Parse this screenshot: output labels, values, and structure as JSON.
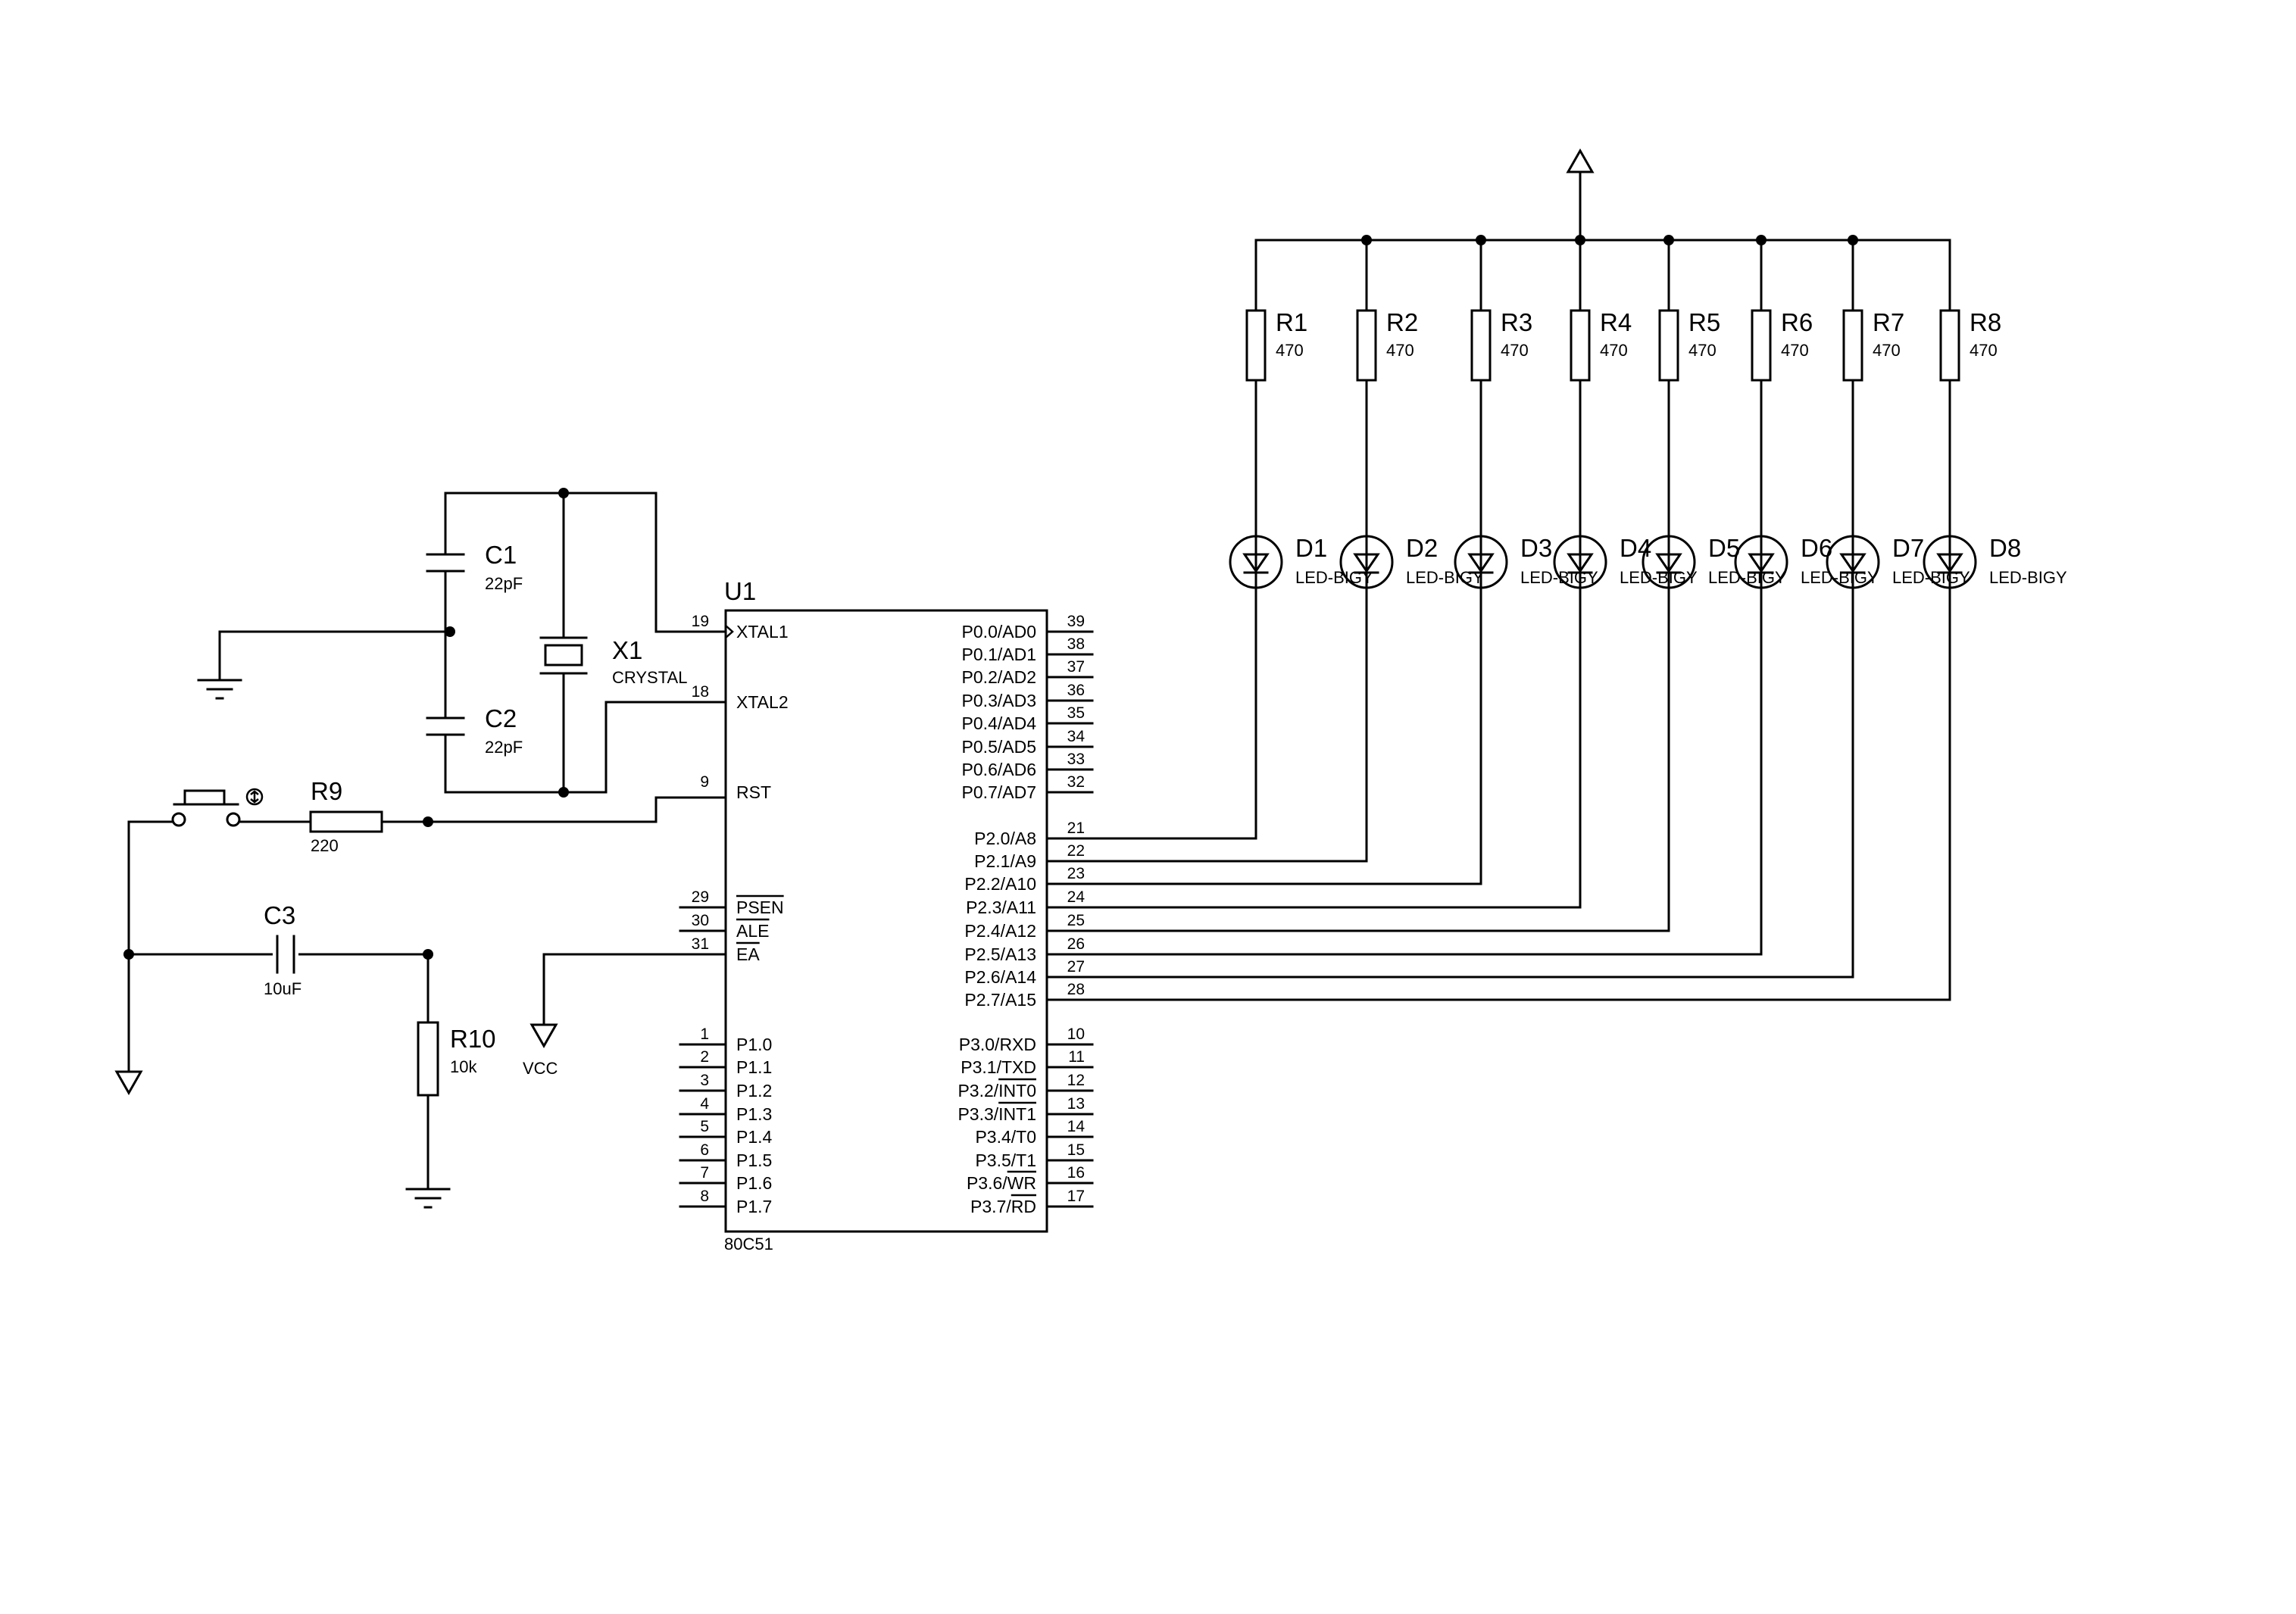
{
  "mcu": {
    "ref": "U1",
    "part": "80C51",
    "left_pins": [
      {
        "num": "19",
        "name": "XTAL1",
        "clock": true
      },
      {
        "num": "18",
        "name": "XTAL2"
      },
      {
        "num": "9",
        "name": "RST"
      },
      {
        "num": "29",
        "name": "PSEN",
        "overbar": true
      },
      {
        "num": "30",
        "name": "ALE",
        "overbar": true
      },
      {
        "num": "31",
        "name": "EA",
        "overbar": true
      },
      {
        "num": "1",
        "name": "P1.0"
      },
      {
        "num": "2",
        "name": "P1.1"
      },
      {
        "num": "3",
        "name": "P1.2"
      },
      {
        "num": "4",
        "name": "P1.3"
      },
      {
        "num": "5",
        "name": "P1.4"
      },
      {
        "num": "6",
        "name": "P1.5"
      },
      {
        "num": "7",
        "name": "P1.6"
      },
      {
        "num": "8",
        "name": "P1.7"
      }
    ],
    "right_pins": [
      {
        "num": "39",
        "name": "P0.0/AD0"
      },
      {
        "num": "38",
        "name": "P0.1/AD1"
      },
      {
        "num": "37",
        "name": "P0.2/AD2"
      },
      {
        "num": "36",
        "name": "P0.3/AD3"
      },
      {
        "num": "35",
        "name": "P0.4/AD4"
      },
      {
        "num": "34",
        "name": "P0.5/AD5"
      },
      {
        "num": "33",
        "name": "P0.6/AD6"
      },
      {
        "num": "32",
        "name": "P0.7/AD7"
      },
      {
        "num": "21",
        "name": "P2.0/A8"
      },
      {
        "num": "22",
        "name": "P2.1/A9"
      },
      {
        "num": "23",
        "name": "P2.2/A10"
      },
      {
        "num": "24",
        "name": "P2.3/A11"
      },
      {
        "num": "25",
        "name": "P2.4/A12"
      },
      {
        "num": "26",
        "name": "P2.5/A13"
      },
      {
        "num": "27",
        "name": "P2.6/A14"
      },
      {
        "num": "28",
        "name": "P2.7/A15"
      },
      {
        "num": "10",
        "name": "P3.0/RXD"
      },
      {
        "num": "11",
        "name": "P3.1/TXD"
      },
      {
        "num": "12",
        "name": "P3.2/",
        "over": "INT0"
      },
      {
        "num": "13",
        "name": "P3.3/",
        "over": "INT1"
      },
      {
        "num": "14",
        "name": "P3.4/T0"
      },
      {
        "num": "15",
        "name": "P3.5/T1"
      },
      {
        "num": "16",
        "name": "P3.6/",
        "over": "WR"
      },
      {
        "num": "17",
        "name": "P3.7/",
        "over": "RD"
      }
    ]
  },
  "resistors_top": [
    {
      "ref": "R1",
      "value": "470"
    },
    {
      "ref": "R2",
      "value": "470"
    },
    {
      "ref": "R3",
      "value": "470"
    },
    {
      "ref": "R4",
      "value": "470"
    },
    {
      "ref": "R5",
      "value": "470"
    },
    {
      "ref": "R6",
      "value": "470"
    },
    {
      "ref": "R7",
      "value": "470"
    },
    {
      "ref": "R8",
      "value": "470"
    }
  ],
  "leds": [
    {
      "ref": "D1",
      "value": "LED-BIGY"
    },
    {
      "ref": "D2",
      "value": "LED-BIGY"
    },
    {
      "ref": "D3",
      "value": "LED-BIGY"
    },
    {
      "ref": "D4",
      "value": "LED-BIGY"
    },
    {
      "ref": "D5",
      "value": "LED-BIGY"
    },
    {
      "ref": "D6",
      "value": "LED-BIGY"
    },
    {
      "ref": "D7",
      "value": "LED-BIGY"
    },
    {
      "ref": "D8",
      "value": "LED-BIGY"
    }
  ],
  "crystal": {
    "ref": "X1",
    "value": "CRYSTAL"
  },
  "c1": {
    "ref": "C1",
    "value": "22pF"
  },
  "c2": {
    "ref": "C2",
    "value": "22pF"
  },
  "c3": {
    "ref": "C3",
    "value": "10uF"
  },
  "r9": {
    "ref": "R9",
    "value": "220"
  },
  "r10": {
    "ref": "R10",
    "value": "10k"
  },
  "vcc_label": "VCC",
  "colors": {
    "ink": "#000000",
    "background": "#ffffff"
  }
}
